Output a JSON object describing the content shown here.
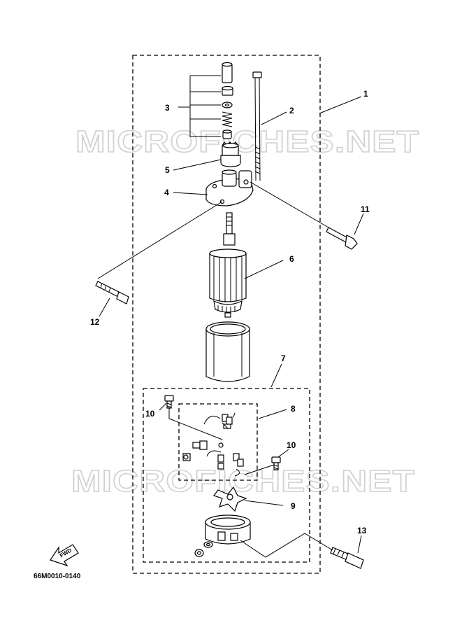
{
  "watermarks": [
    "MICROFICHES.NET",
    "MICROFICHES.NET"
  ],
  "diagram_code": "66M0010-0140",
  "fwd_label": "FWD",
  "callouts": [
    {
      "id": "c1",
      "label": "1"
    },
    {
      "id": "c2",
      "label": "2"
    },
    {
      "id": "c3",
      "label": "3"
    },
    {
      "id": "c4",
      "label": "4"
    },
    {
      "id": "c5",
      "label": "5"
    },
    {
      "id": "c6",
      "label": "6"
    },
    {
      "id": "c7",
      "label": "7"
    },
    {
      "id": "c8",
      "label": "8"
    },
    {
      "id": "c9",
      "label": "9"
    },
    {
      "id": "c10a",
      "label": "10"
    },
    {
      "id": "c10b",
      "label": "10"
    },
    {
      "id": "c11",
      "label": "11"
    },
    {
      "id": "c12",
      "label": "12"
    },
    {
      "id": "c13",
      "label": "13"
    }
  ]
}
